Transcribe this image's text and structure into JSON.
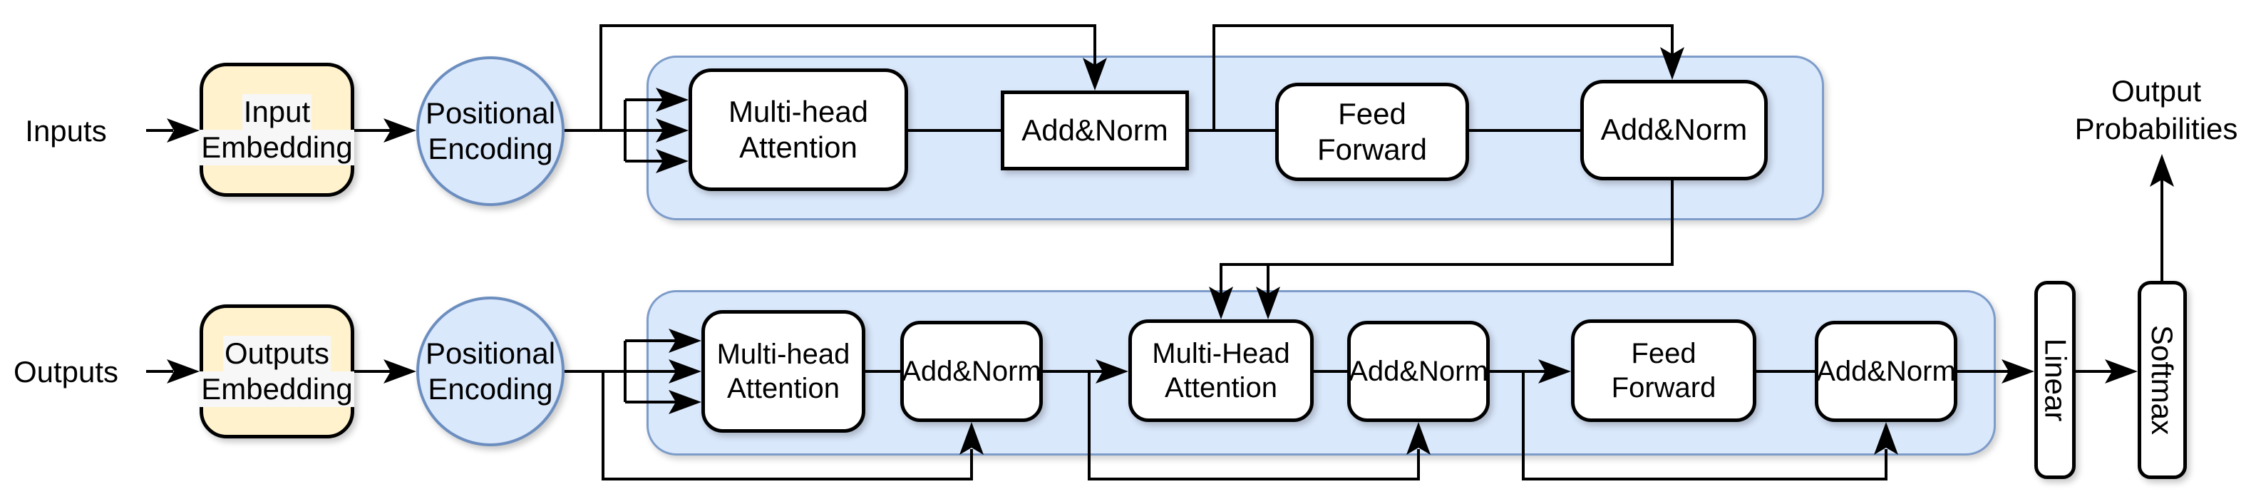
{
  "nodes": {
    "inputs_label": "Inputs",
    "outputs_label": "Outputs",
    "input_embedding": {
      "line1": "Input",
      "line2": "Embedding"
    },
    "outputs_embedding": {
      "line1": "Outputs",
      "line2": "Embedding"
    },
    "positional_encoding_top": {
      "line1": "Positional",
      "line2": "Encoding"
    },
    "positional_encoding_bottom": {
      "line1": "Positional",
      "line2": "Encoding"
    },
    "encoder": {
      "multi_head_attention": {
        "line1": "Multi-head",
        "line2": "Attention"
      },
      "add_norm_1": "Add&Norm",
      "feed_forward": {
        "line1": "Feed",
        "line2": "Forward"
      },
      "add_norm_2": "Add&Norm"
    },
    "decoder": {
      "multi_head_attention_1": {
        "line1": "Multi-head",
        "line2": "Attention"
      },
      "add_norm_1": "Add&Norm",
      "multi_head_attention_2": {
        "line1": "Multi-Head",
        "line2": "Attention"
      },
      "add_norm_2": "Add&Norm",
      "feed_forward": {
        "line1": "Feed",
        "line2": "Forward"
      },
      "add_norm_3": "Add&Norm"
    },
    "linear": "Linear",
    "softmax": "Softmax",
    "output_probabilities": {
      "line1": "Output",
      "line2": "Probabilities"
    }
  },
  "colors": {
    "embedding_fill": "#fff2cc",
    "embedding_stroke": "#000000",
    "node_fill": "#ffffff",
    "node_stroke": "#000000",
    "positional_fill": "#dae8fc",
    "positional_stroke": "#6c8ebf",
    "container_fill": "#dae8fc",
    "container_stroke": "#7d9cc9",
    "wire": "#000000",
    "label_highlight": "#f7f7f7",
    "background": "#ffffff"
  }
}
